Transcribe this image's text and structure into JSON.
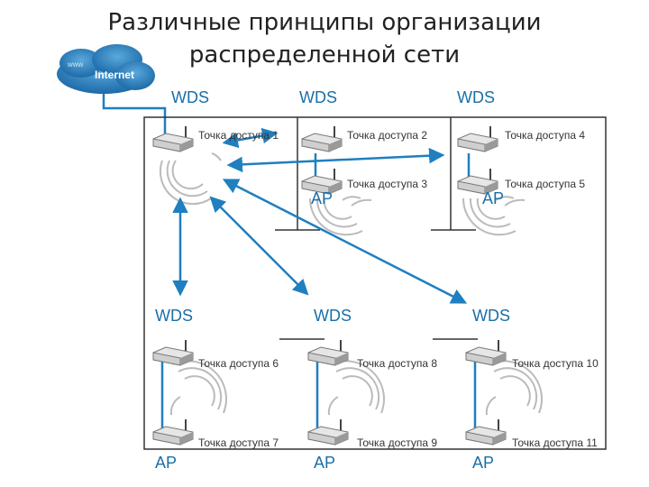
{
  "title": {
    "line1": "Различные принципы организации",
    "line2": "распределенной сети"
  },
  "internet": {
    "www": "www",
    "label": "Internet"
  },
  "wds_labels": [
    "WDS",
    "WDS",
    "WDS",
    "WDS",
    "WDS",
    "WDS"
  ],
  "ap_labels": [
    "AP",
    "AP",
    "AP",
    "AP",
    "AP"
  ],
  "access_points": [
    "Точка доступа 1",
    "Точка доступа 2",
    "Точка доступа 3",
    "Точка доступа 4",
    "Точка доступа 5",
    "Точка доступа 6",
    "Точка доступа 7",
    "Точка доступа 8",
    "Точка доступа 9",
    "Точка доступа 10",
    "Точка доступа 11"
  ],
  "colors": {
    "link": "#1f7fbf",
    "frame": "#333333",
    "label_blue": "#1a6fa8",
    "cloud": "#2a7fc0"
  }
}
